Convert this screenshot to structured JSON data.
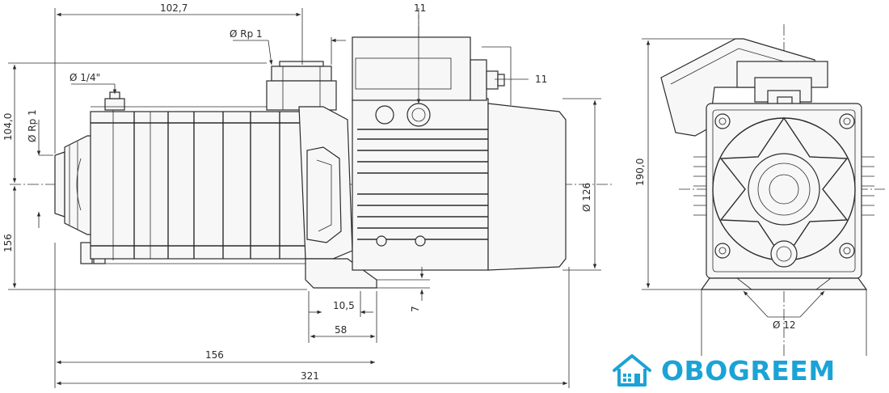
{
  "diagram": {
    "labels": {
      "dim_102_7": "102,7",
      "pipe_rp1_top": "Ø Rp 1",
      "callout_11_top": "11",
      "callout_11_right": "11",
      "pipe_quarter": "Ø 1/4\"",
      "pipe_rp1_side": "Ø Rp 1",
      "dim_104": "104,0",
      "dim_156_left": "156",
      "dim_d126": "Ø 126",
      "dim_190": "190,0",
      "dim_10_5": "10,5",
      "dim_7": "7",
      "dim_58": "58",
      "dim_156_bottom": "156",
      "dim_321": "321",
      "dim_d12": "Ø 12"
    }
  },
  "brand": {
    "name": "OBOGREEM",
    "logo_icon": "house-icon",
    "color": "#1ba3d6"
  }
}
